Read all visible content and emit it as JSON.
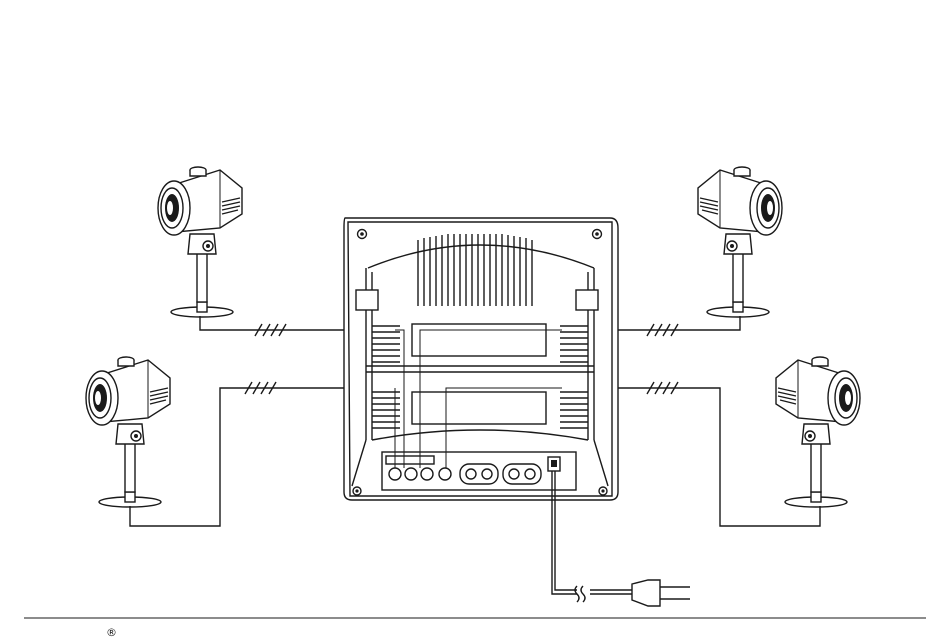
{
  "footer": {
    "registered_mark": "®"
  },
  "components": {
    "monitor": "monitor",
    "cameras": [
      "camera",
      "camera",
      "camera",
      "camera"
    ],
    "power_plug": "power-plug"
  }
}
